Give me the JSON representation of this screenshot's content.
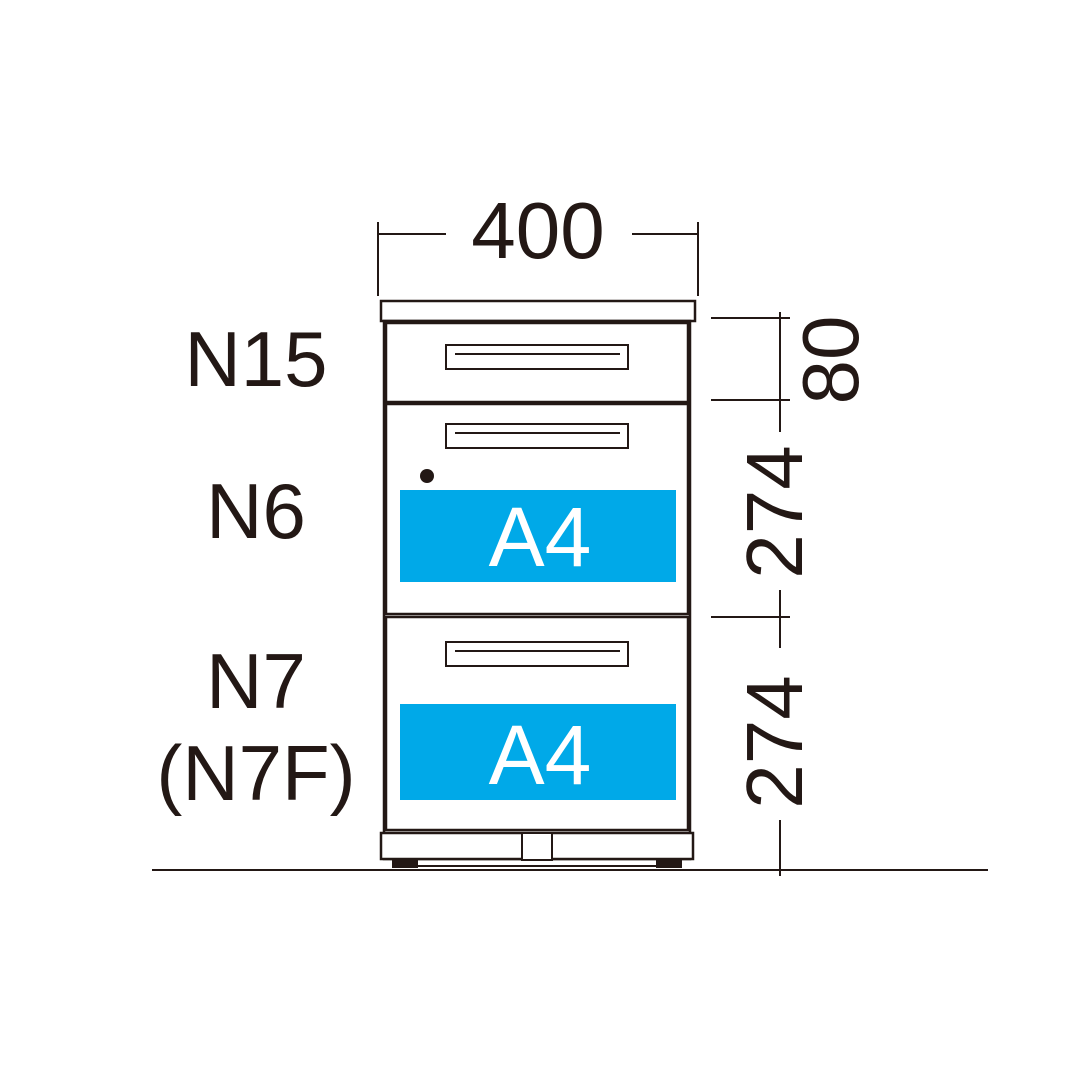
{
  "dimensions": {
    "width": "400",
    "top_drawer_height": "80",
    "middle_drawer_height": "274",
    "bottom_drawer_height": "274"
  },
  "labels": {
    "top_drawer": "N15",
    "middle_drawer": "N6",
    "bottom_drawer_line1": "N7",
    "bottom_drawer_line2": "(N7F)"
  },
  "badges": {
    "middle": "A4",
    "bottom": "A4"
  },
  "colors": {
    "a4_badge": "#00A9E8",
    "line": "#231815"
  }
}
